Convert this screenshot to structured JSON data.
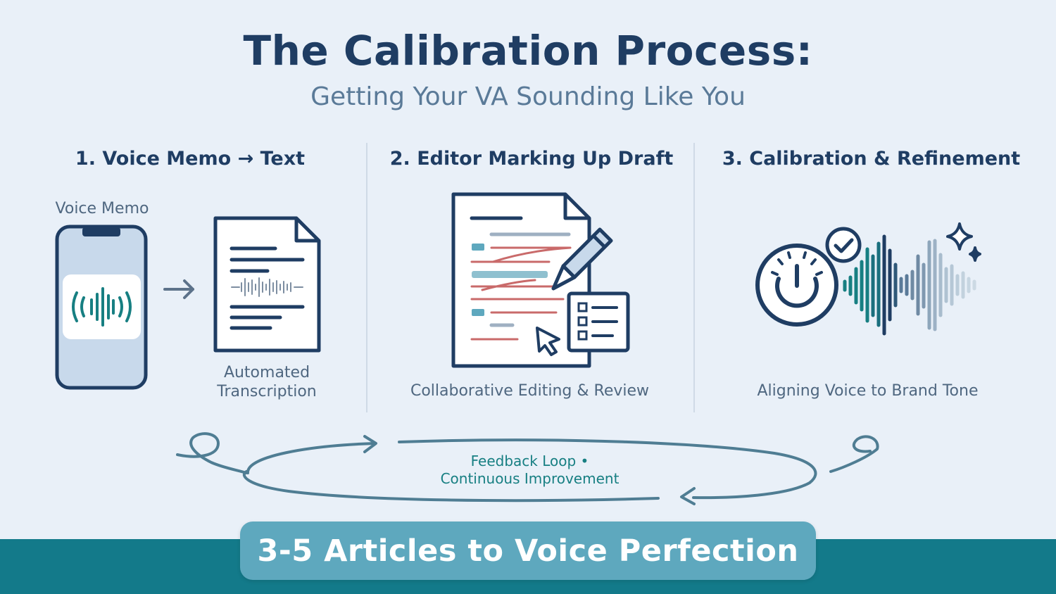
{
  "header": {
    "title": "The Calibration Process:",
    "subtitle": "Getting Your VA Sounding Like You"
  },
  "steps": [
    {
      "heading": "1. Voice Memo → Text",
      "source_label": "Voice Memo",
      "caption_line1": "Automated",
      "caption_line2": "Transcription"
    },
    {
      "heading": "2. Editor Marking Up Draft",
      "caption": "Collaborative Editing & Review"
    },
    {
      "heading": "3. Calibration & Refinement",
      "caption": "Aligning Voice to Brand Tone"
    }
  ],
  "loop": {
    "line1": "Feedback Loop •",
    "line2": "Continuous Improvement"
  },
  "banner": {
    "text": "3-5 Articles to Voice Perfection"
  },
  "colors": {
    "navy": "#1f3d63",
    "teal": "#177f82",
    "markup_red": "#c96a6a",
    "band": "#137a8a",
    "banner": "#5ea8be"
  }
}
